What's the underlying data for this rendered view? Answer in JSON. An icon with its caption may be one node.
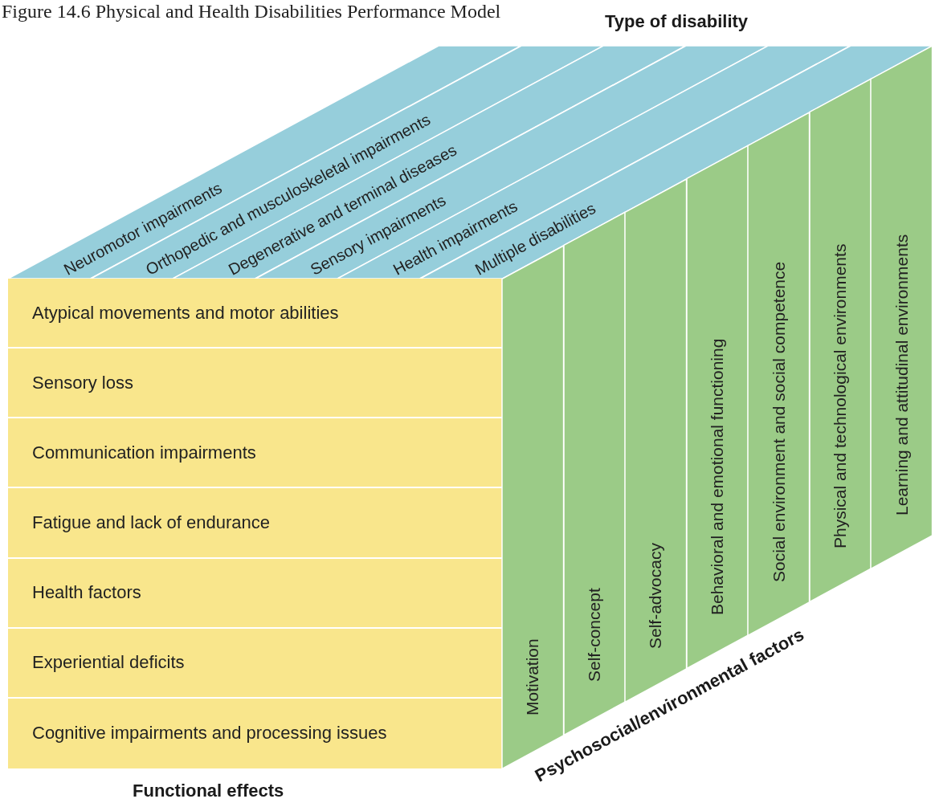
{
  "diagram": {
    "title": "Figure 14.6 Physical and Health Disabilities Performance Model",
    "nodes": [
      {
        "text": [
          "Neuromotor impairments"
        ]
      },
      {
        "text": [
          "Orthopedic and musculoskeletal impairments"
        ]
      },
      {
        "text": [
          "Degenerative and terminal diseases"
        ]
      },
      {
        "text": [
          "Sensory impairments"
        ]
      },
      {
        "text": [
          "Health impairments"
        ]
      },
      {
        "text": [
          "Multiple disabilities"
        ]
      },
      {
        "text": [
          "Atypical movements and motor abilities"
        ]
      },
      {
        "text": [
          "Sensory loss"
        ]
      },
      {
        "text": [
          "Communication impairments"
        ]
      },
      {
        "text": [
          "Fatigue and lack of endurance"
        ]
      },
      {
        "text": [
          "Health factors"
        ]
      },
      {
        "text": [
          "Experiential deficits"
        ]
      },
      {
        "text": [
          "Cognitive impairments and processing issues"
        ]
      },
      {
        "text": [
          "Motivation"
        ]
      },
      {
        "text": [
          "Self-concept"
        ]
      },
      {
        "text": [
          "Self-advocacy"
        ]
      },
      {
        "text": [
          "Behavioral and emotional functioning"
        ]
      },
      {
        "text": [
          "Social environment and social competence"
        ]
      },
      {
        "text": [
          "Physical and technological environments"
        ]
      },
      {
        "text": [
          "Learning and attitudinal environments"
        ]
      }
    ],
    "labels": [
      "Type of disability",
      "Functional effects",
      "Psychosocial/environmental factors"
    ]
  }
}
